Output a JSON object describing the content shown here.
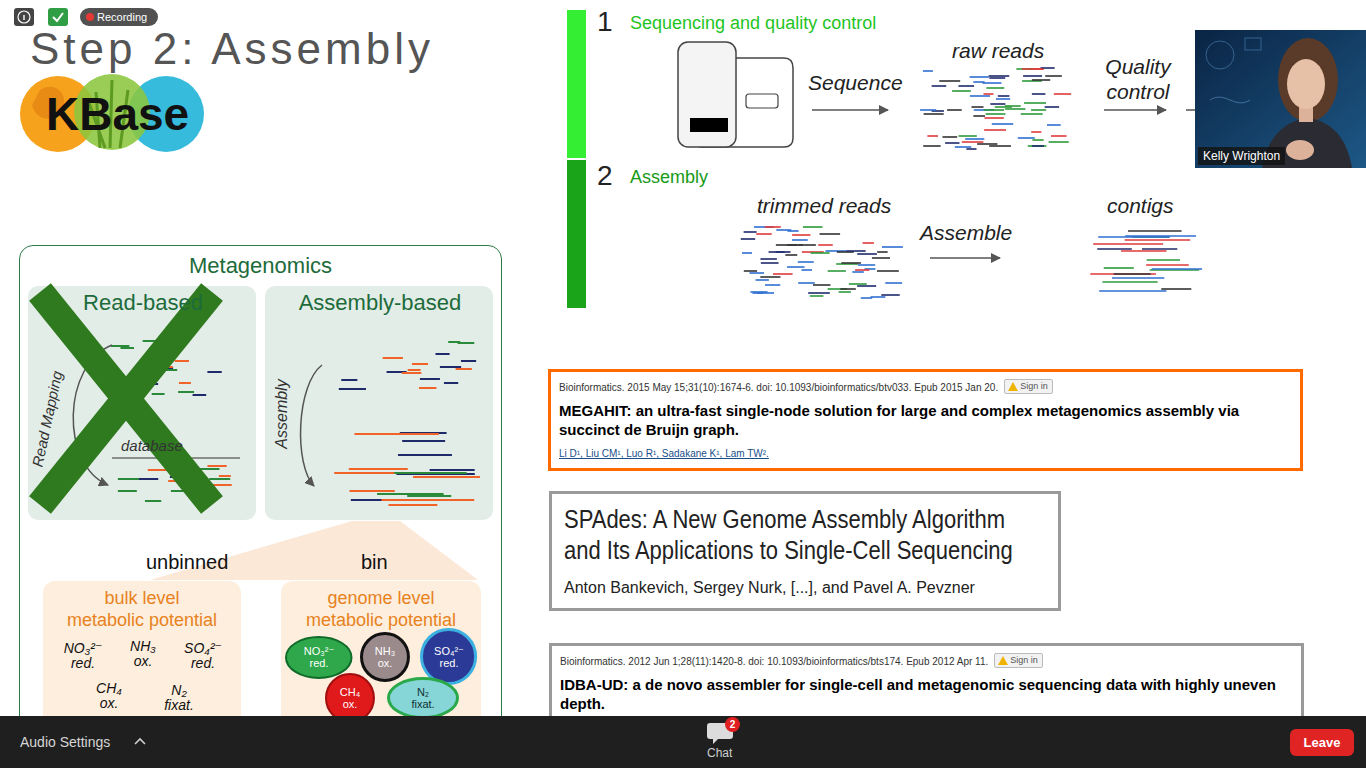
{
  "diagram": {
    "title": "Step 2: Assembly",
    "nodes": [
      {
        "text": [
          "Metagenomics"
        ]
      },
      {
        "text": [
          "Read-based",
          "Read Mapping",
          "database"
        ],
        "in": 0
      },
      {
        "text": [
          "Assembly-based",
          "Assembly"
        ],
        "in": 0
      },
      {
        "text": [
          "bulk level metabolic potential",
          "NO₃²⁻ red.",
          "NH₃ ox.",
          "SO₄²⁻ red.",
          "CH₄ ox.",
          "N₂ fixat."
        ],
        "in": 0
      },
      {
        "text": [
          "genome level metabolic potential"
        ],
        "in": 0
      },
      {
        "text": [
          "NO₃²⁻ red."
        ],
        "in": 4
      },
      {
        "text": [
          "NH₃ ox."
        ],
        "in": 4
      },
      {
        "text": [
          "SO₄²⁻ red."
        ],
        "in": 4
      },
      {
        "text": [
          "CH₄ ox."
        ],
        "in": 4
      },
      {
        "text": [
          "N₂ fixat."
        ],
        "in": 4
      },
      {
        "text": [
          "Kelly Wrighton"
        ]
      },
      {
        "text": [
          "Bioinformatics. 2015 May 15;31(10):1674-6. doi: 10.1093/bioinformatics/btv033. Epub 2015 Jan 20.",
          "Sign in",
          "MEGAHIT: an ultra-fast single-node solution for large and complex metagenomics assembly via succinct de Bruijn graph.",
          "Li D¹, Liu CM¹, Luo R¹, Sadakane K¹, Lam TW²."
        ]
      },
      {
        "text": [
          "SPAdes: A New Genome Assembly Algorithm and Its Applications to Single-Cell Sequencing",
          "Anton Bankevich, Sergey Nurk, [...], and Pavel A. Pevzner"
        ]
      },
      {
        "text": [
          "Bioinformatics. 2012 Jun 1;28(11):1420-8. doi: 10.1093/bioinformatics/bts174. Epub 2012 Apr 11.",
          "Sign in",
          "IDBA-UD: a de novo assembler for single-cell and metagenomic sequencing data with highly uneven depth."
        ]
      },
      {
        "text": [
          "2"
        ]
      },
      {
        "text": [
          "Leave"
        ]
      }
    ],
    "labels": [
      "Recording",
      "KBase",
      "1",
      "Sequencing and quality control",
      "Sequence",
      "raw reads",
      "Quality control",
      "2",
      "Assembly",
      "trimmed reads",
      "Assemble",
      "contigs",
      "unbinned",
      "bin",
      "Audio Settings",
      "Chat"
    ]
  }
}
